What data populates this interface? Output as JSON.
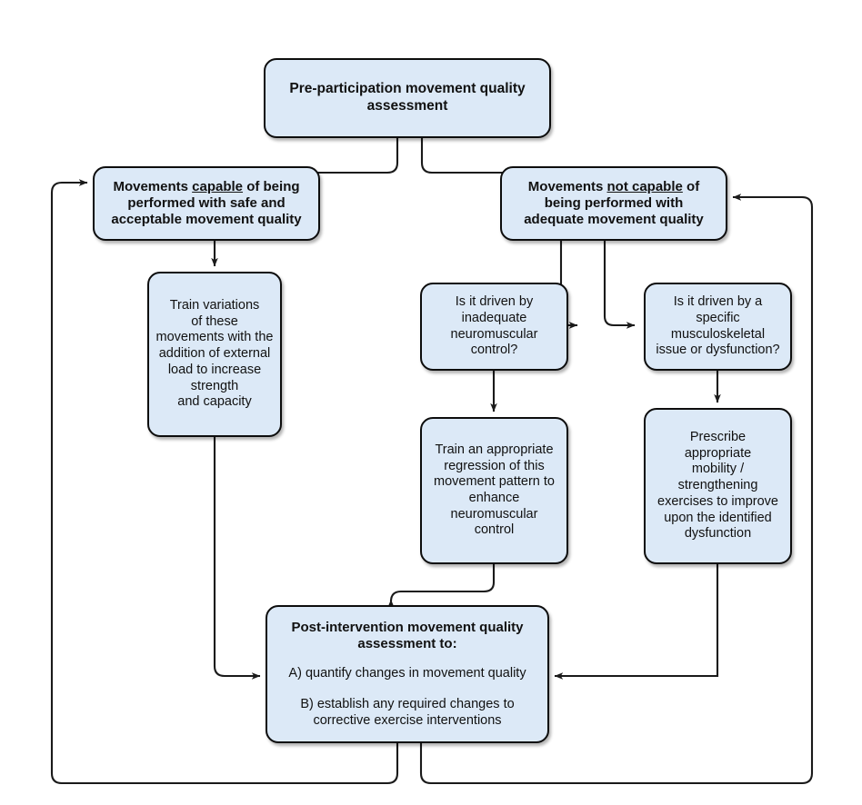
{
  "diagram": {
    "title": "Movement quality assessment and corrective intervention flowchart",
    "colors": {
      "node_fill": "#dce9f7",
      "node_border": "#0d0d0d",
      "connector": "#1a1a1a",
      "background": "#ffffff"
    },
    "nodes": {
      "pre_assessment": {
        "label": "Pre-participation movement quality\nassessment",
        "bold": true
      },
      "capable": {
        "prefix": "Movements ",
        "underlined": "capable",
        "suffix": " of being\nperformed with safe and\nacceptable movement quality",
        "bold": true
      },
      "not_capable": {
        "prefix": "Movements ",
        "underlined": "not capable",
        "suffix": " of\nbeing performed with\nadequate movement quality",
        "bold": true
      },
      "train_variations": {
        "label": "Train variations\nof these\nmovements with the\naddition of external\nload to increase\nstrength\nand capacity",
        "bold": false
      },
      "question_neuromuscular": {
        "label": "Is it driven by\ninadequate\nneuromuscular\ncontrol?",
        "bold": false
      },
      "question_musculoskeletal": {
        "label": "Is it driven by a\nspecific\nmusculoskeletal\nissue or dysfunction?",
        "bold": false
      },
      "train_regression": {
        "label": "Train an appropriate\nregression of this\nmovement pattern to\nenhance\nneuromuscular\ncontrol",
        "bold": false
      },
      "prescribe_mobility": {
        "label": "Prescribe\nappropriate\nmobility /\nstrengthening\nexercises to improve\nupon the identified\ndysfunction",
        "bold": false
      },
      "post_assessment": {
        "heading": "Post-intervention movement quality\nassessment to:",
        "item_a": "A) quantify changes in movement quality",
        "item_b": "B) establish any required changes to\ncorrective exercise interventions"
      }
    },
    "edges": [
      {
        "name": "pre-to-capable",
        "from": "pre_assessment",
        "to": "capable"
      },
      {
        "name": "pre-to-not-capable",
        "from": "pre_assessment",
        "to": "not_capable"
      },
      {
        "name": "capable-to-train-variations",
        "from": "capable",
        "to": "train_variations"
      },
      {
        "name": "not-capable-to-question-neuromuscular",
        "from": "not_capable",
        "to": "question_neuromuscular"
      },
      {
        "name": "not-capable-to-question-musculoskeletal",
        "from": "not_capable",
        "to": "question_musculoskeletal"
      },
      {
        "name": "question-neuromuscular-to-train-regression",
        "from": "question_neuromuscular",
        "to": "train_regression"
      },
      {
        "name": "question-musculoskeletal-to-prescribe",
        "from": "question_musculoskeletal",
        "to": "prescribe_mobility"
      },
      {
        "name": "train-variations-to-post",
        "from": "train_variations",
        "to": "post_assessment"
      },
      {
        "name": "train-regression-to-post",
        "from": "train_regression",
        "to": "post_assessment"
      },
      {
        "name": "prescribe-to-post",
        "from": "prescribe_mobility",
        "to": "post_assessment"
      },
      {
        "name": "post-feedback-to-capable",
        "from": "post_assessment",
        "to": "capable"
      },
      {
        "name": "post-feedback-to-not-capable",
        "from": "post_assessment",
        "to": "not_capable"
      }
    ]
  }
}
